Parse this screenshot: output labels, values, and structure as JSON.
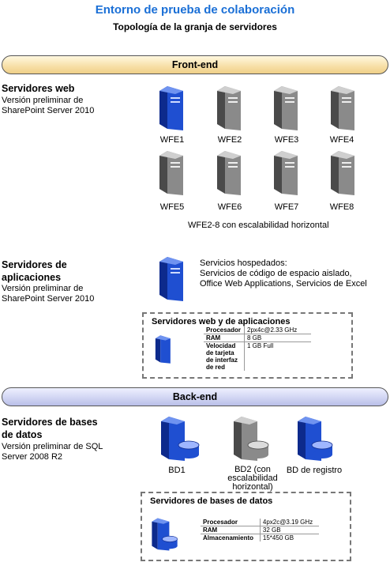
{
  "header": {
    "title": "Entorno de prueba de colaboración",
    "subtitle": "Topología de la granja de servidores"
  },
  "bands": {
    "front": "Front-end",
    "back": "Back-end"
  },
  "web": {
    "title": "Servidores web",
    "sub_line1": "Versión preliminar de",
    "sub_line2": "SharePoint Server 2010",
    "servers": [
      "WFE1",
      "WFE2",
      "WFE3",
      "WFE4",
      "WFE5",
      "WFE6",
      "WFE7",
      "WFE8"
    ],
    "scaling_note": "WFE2-8 con escalabilidad horizontal"
  },
  "app": {
    "title_line1": "Servidores de",
    "title_line2": "aplicaciones",
    "sub_line1": "Versión preliminar de",
    "sub_line2": "SharePoint Server 2010",
    "services_line1": "Servicios hospedados:",
    "services_line2": "Servicios de código de espacio aislado,",
    "services_line3": "Office Web Applications, Servicios de Excel",
    "box_title": "Servidores web y de aplicaciones",
    "specs": [
      {
        "key": "Procesador",
        "value": "2px4c@2.33 GHz"
      },
      {
        "key": "RAM",
        "value": "8 GB"
      },
      {
        "key": "Velocidad de tarjeta de interfaz de red",
        "value": "1 GB Full"
      }
    ]
  },
  "db": {
    "title_line1": "Servidores de bases",
    "title_line2": "de datos",
    "sub_line1": "Versión preliminar de SQL",
    "sub_line2": "Server 2008 R2",
    "servers": [
      {
        "label": "BD1"
      },
      {
        "label": "BD2 (con escalabilidad horizontal)"
      },
      {
        "label": "BD de registro"
      }
    ],
    "box_title": "Servidores de bases de datos",
    "specs": [
      {
        "key": "Procesador",
        "value": "4px2c@3.19 GHz"
      },
      {
        "key": "RAM",
        "value": "32 GB"
      },
      {
        "key": "Almacenamiento",
        "value": "15*450 GB"
      }
    ]
  },
  "colors": {
    "title_blue": "#1a6fd6",
    "server_blue": "#1f4fd1",
    "server_gray": "#8a8a8a",
    "front_band": "#f7dfa6",
    "back_band": "#cfd3f2"
  }
}
